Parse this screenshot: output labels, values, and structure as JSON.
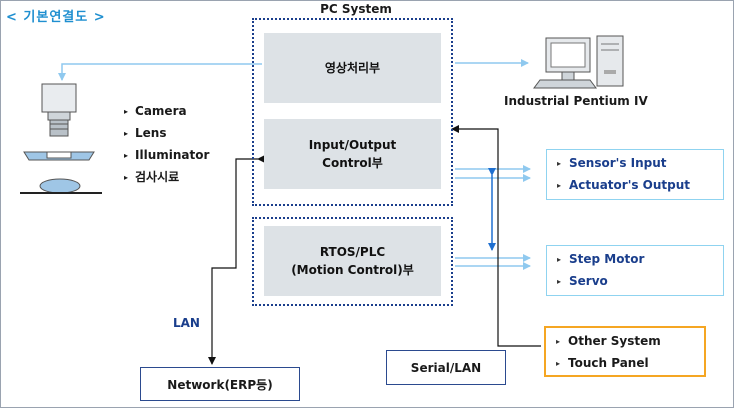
{
  "page_title": "< 기본연결도 >",
  "system": {
    "title": "PC System",
    "image_processing": "영상처리부",
    "io_control_line1": "Input/Output",
    "io_control_line2": "Control부",
    "rtos_line1": "RTOS/PLC",
    "rtos_line2": "(Motion Control)부"
  },
  "camera_components": [
    "Camera",
    "Lens",
    "Illuminator",
    "검사시료"
  ],
  "pc_caption": "Industrial Pentium IV",
  "io_outputs": [
    "Sensor's Input",
    "Actuator's Output"
  ],
  "motion_outputs": [
    "Step Motor",
    "Servo"
  ],
  "serial_outputs": [
    "Other System",
    "Touch Panel"
  ],
  "network_label": "Network(ERP등)",
  "lan_label": "LAN",
  "serial_lan_label": "Serial/LAN",
  "colors": {
    "title_blue": "#1f8fd0",
    "dotted_border": "#1a3e8c",
    "box_grey": "#dde2e6",
    "light_arrow": "#8fc9ef",
    "orange_border": "#f5a623"
  }
}
